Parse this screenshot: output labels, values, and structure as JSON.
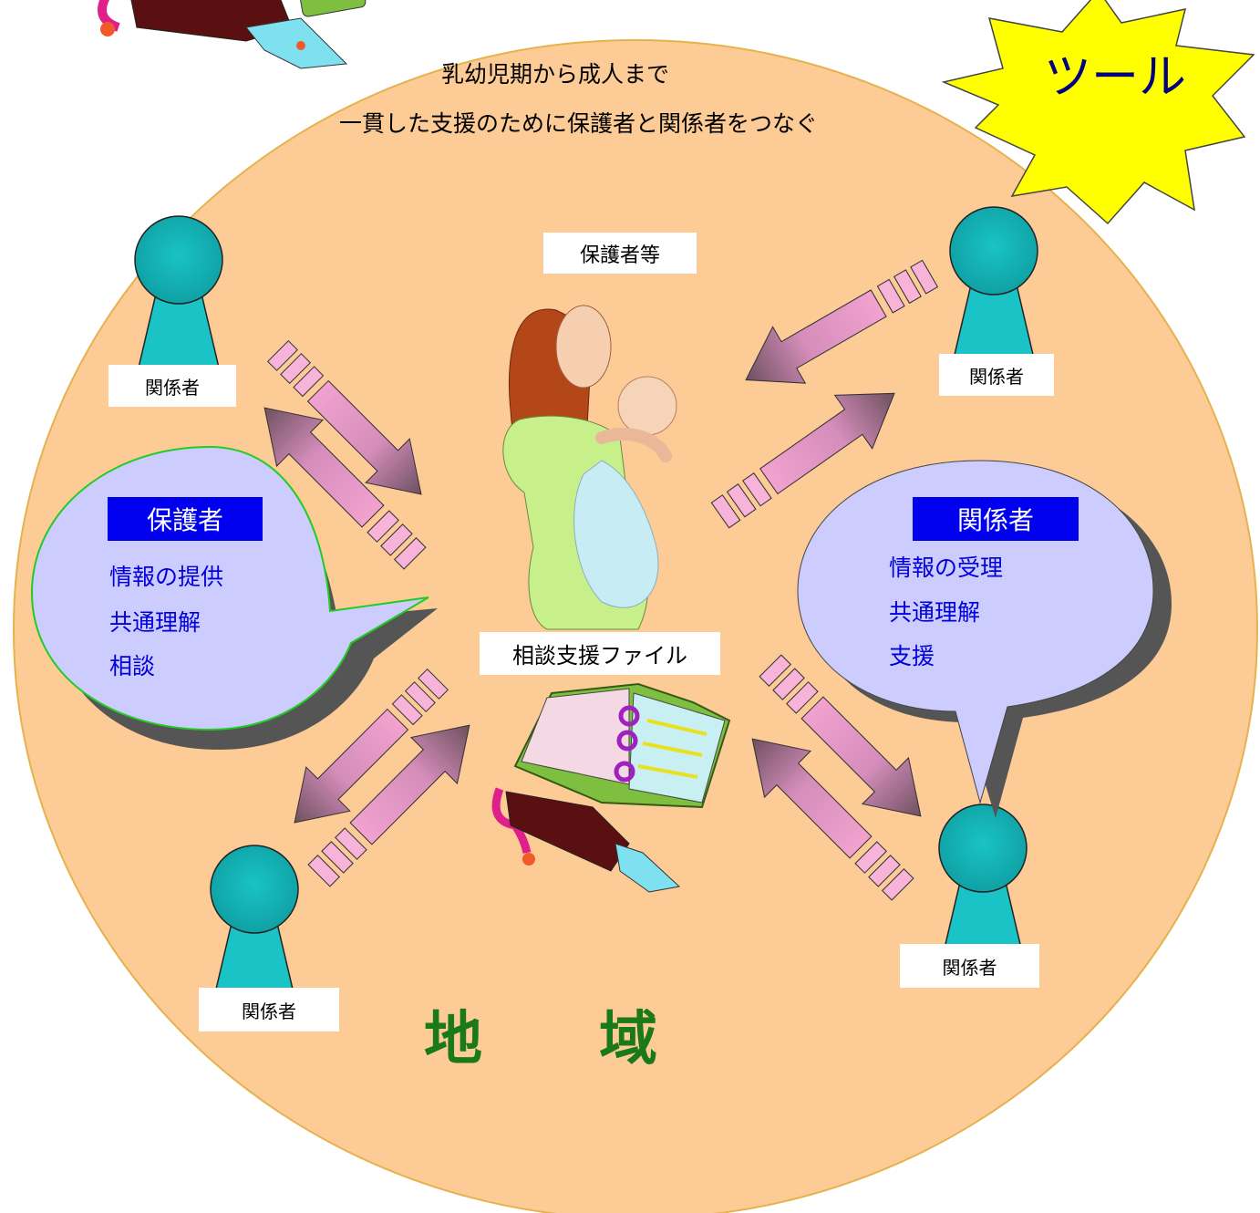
{
  "header": {
    "line1": "乳幼児期から成人まで",
    "line2": "一貫した支援のために保護者と関係者をつなぐ"
  },
  "badge": {
    "label": "ツール"
  },
  "guardian_label": "保護者等",
  "file_label": "相談支援ファイル",
  "stakeholder_label": "関係者",
  "region_label": "地　　域",
  "left_bubble": {
    "title": "保護者",
    "items": [
      "情報の提供",
      "共通理解",
      "相談"
    ]
  },
  "right_bubble": {
    "title": "関係者",
    "items": [
      "情報の受理",
      "共通理解",
      "支援"
    ]
  },
  "colors": {
    "circle": "#fccb96",
    "person": "#19c3c6",
    "bubble": "#ccccff",
    "badge": "#ffff00",
    "title_box": "#0000ee",
    "region_text": "#1a7a1a"
  }
}
